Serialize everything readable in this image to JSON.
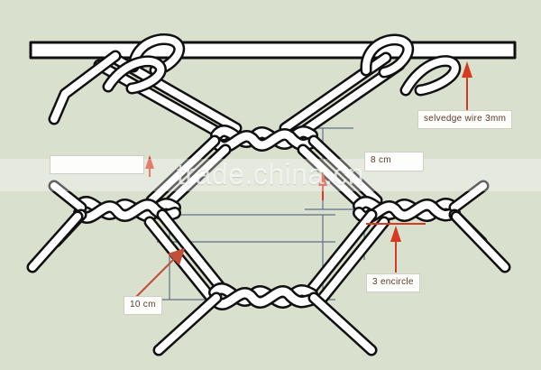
{
  "image": {
    "subject": "hexagonal twisted wire mesh (gabion netting) technical illustration",
    "background_color": "#d9e0cd",
    "wire_fill": "#ffffff",
    "wire_outline": "#101010",
    "dimension_line_color": "#5a6a86",
    "arrow_color": "#d63a22",
    "callout_text_color": "#5a3a2a",
    "callout_box_color": "#fdfdfb"
  },
  "watermark": {
    "text": "trade.china.cn",
    "color": "rgba(255,255,255,0.72)"
  },
  "callouts": {
    "selvedge": {
      "label": "selvedge wire 3mm"
    },
    "encircle": {
      "label": "3 encircle"
    },
    "mesh_width": {
      "label": "10 cm"
    },
    "mesh_height": {
      "label": "8 cm"
    },
    "blank": {
      "label": ""
    }
  },
  "annotations": [
    {
      "name": "selvedge-wire-arrow",
      "points_to": "top selvedge wire",
      "color": "#d63a22"
    },
    {
      "name": "encircle-arrow",
      "points_to": "wire twist with 3 turns",
      "color": "#d63a22"
    },
    {
      "name": "mesh-width-arrow",
      "points_to": "hexagon opening width",
      "color": "#c0503a"
    },
    {
      "name": "mesh-height-arrow",
      "points_to": "hexagon opening height",
      "color": "#d63a22"
    }
  ]
}
